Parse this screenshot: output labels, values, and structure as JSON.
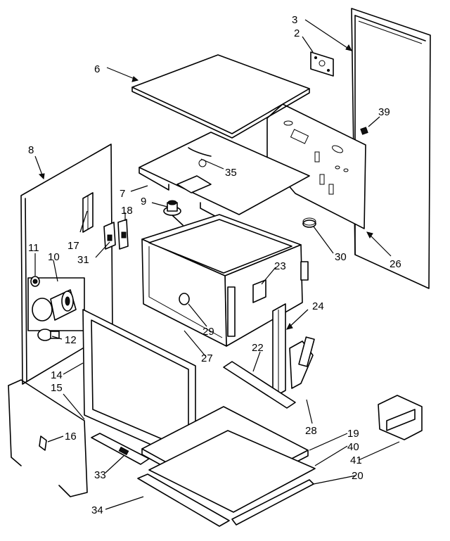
{
  "callouts": [
    {
      "id": "c3",
      "text": "3"
    },
    {
      "id": "c2",
      "text": "2"
    },
    {
      "id": "c6",
      "text": "6"
    },
    {
      "id": "c39",
      "text": "39"
    },
    {
      "id": "c8",
      "text": "8"
    },
    {
      "id": "c35",
      "text": "35"
    },
    {
      "id": "c7",
      "text": "7"
    },
    {
      "id": "c9",
      "text": "9"
    },
    {
      "id": "c18",
      "text": "18"
    },
    {
      "id": "c17",
      "text": "17"
    },
    {
      "id": "c11",
      "text": "11"
    },
    {
      "id": "c10",
      "text": "10"
    },
    {
      "id": "c31",
      "text": "31"
    },
    {
      "id": "c30",
      "text": "30"
    },
    {
      "id": "c26",
      "text": "26"
    },
    {
      "id": "c23",
      "text": "23"
    },
    {
      "id": "c24",
      "text": "24"
    },
    {
      "id": "c12",
      "text": "12"
    },
    {
      "id": "c29",
      "text": "29"
    },
    {
      "id": "c22",
      "text": "22"
    },
    {
      "id": "c27",
      "text": "27"
    },
    {
      "id": "c14",
      "text": "14"
    },
    {
      "id": "c15",
      "text": "15"
    },
    {
      "id": "c16",
      "text": "16"
    },
    {
      "id": "c28",
      "text": "28"
    },
    {
      "id": "c19",
      "text": "19"
    },
    {
      "id": "c40",
      "text": "40"
    },
    {
      "id": "c41",
      "text": "41"
    },
    {
      "id": "c20",
      "text": "20"
    },
    {
      "id": "c33",
      "text": "33"
    },
    {
      "id": "c34",
      "text": "34"
    }
  ]
}
